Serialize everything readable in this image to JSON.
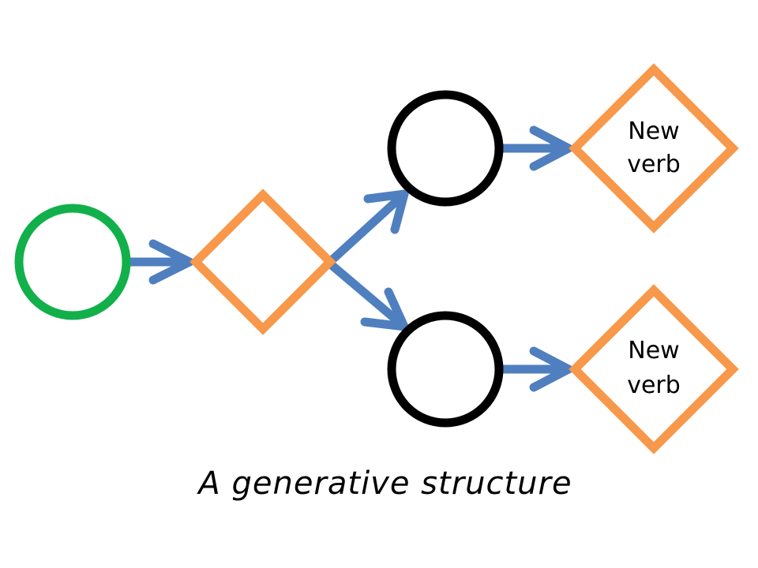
{
  "colors": {
    "start_circle": "#12b04a",
    "decision_diamond": "#f7984a",
    "state_circle": "#000000",
    "arrow": "#4f7fbf",
    "background": "#ffffff"
  },
  "nodes": {
    "start": {
      "shape": "circle",
      "label": ""
    },
    "decision": {
      "shape": "diamond",
      "label": ""
    },
    "state_top": {
      "shape": "circle",
      "label": ""
    },
    "state_bottom": {
      "shape": "circle",
      "label": ""
    },
    "verb_top": {
      "shape": "diamond",
      "label_line1": "New",
      "label_line2": "verb"
    },
    "verb_bottom": {
      "shape": "diamond",
      "label_line1": "New",
      "label_line2": "verb"
    }
  },
  "edges": [
    {
      "from": "start",
      "to": "decision"
    },
    {
      "from": "decision",
      "to": "state_top"
    },
    {
      "from": "decision",
      "to": "state_bottom"
    },
    {
      "from": "state_top",
      "to": "verb_top"
    },
    {
      "from": "state_bottom",
      "to": "verb_bottom"
    }
  ],
  "caption": "A generative structure"
}
